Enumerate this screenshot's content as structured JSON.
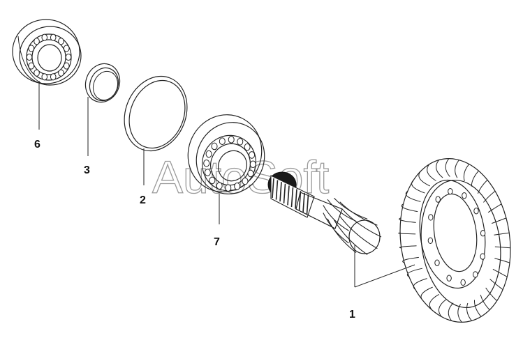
{
  "watermark": "AutoSoft",
  "callouts": [
    {
      "id": "label-6",
      "text": "6"
    },
    {
      "id": "label-3",
      "text": "3"
    },
    {
      "id": "label-2",
      "text": "2"
    },
    {
      "id": "label-7",
      "text": "7"
    },
    {
      "id": "label-1",
      "text": "1"
    }
  ],
  "parts": [
    {
      "number": "6",
      "kind": "bearing"
    },
    {
      "number": "3",
      "kind": "ring"
    },
    {
      "number": "2",
      "kind": "o-ring"
    },
    {
      "number": "7",
      "kind": "bearing"
    },
    {
      "number": "1",
      "kind": "bevel gear set"
    }
  ]
}
